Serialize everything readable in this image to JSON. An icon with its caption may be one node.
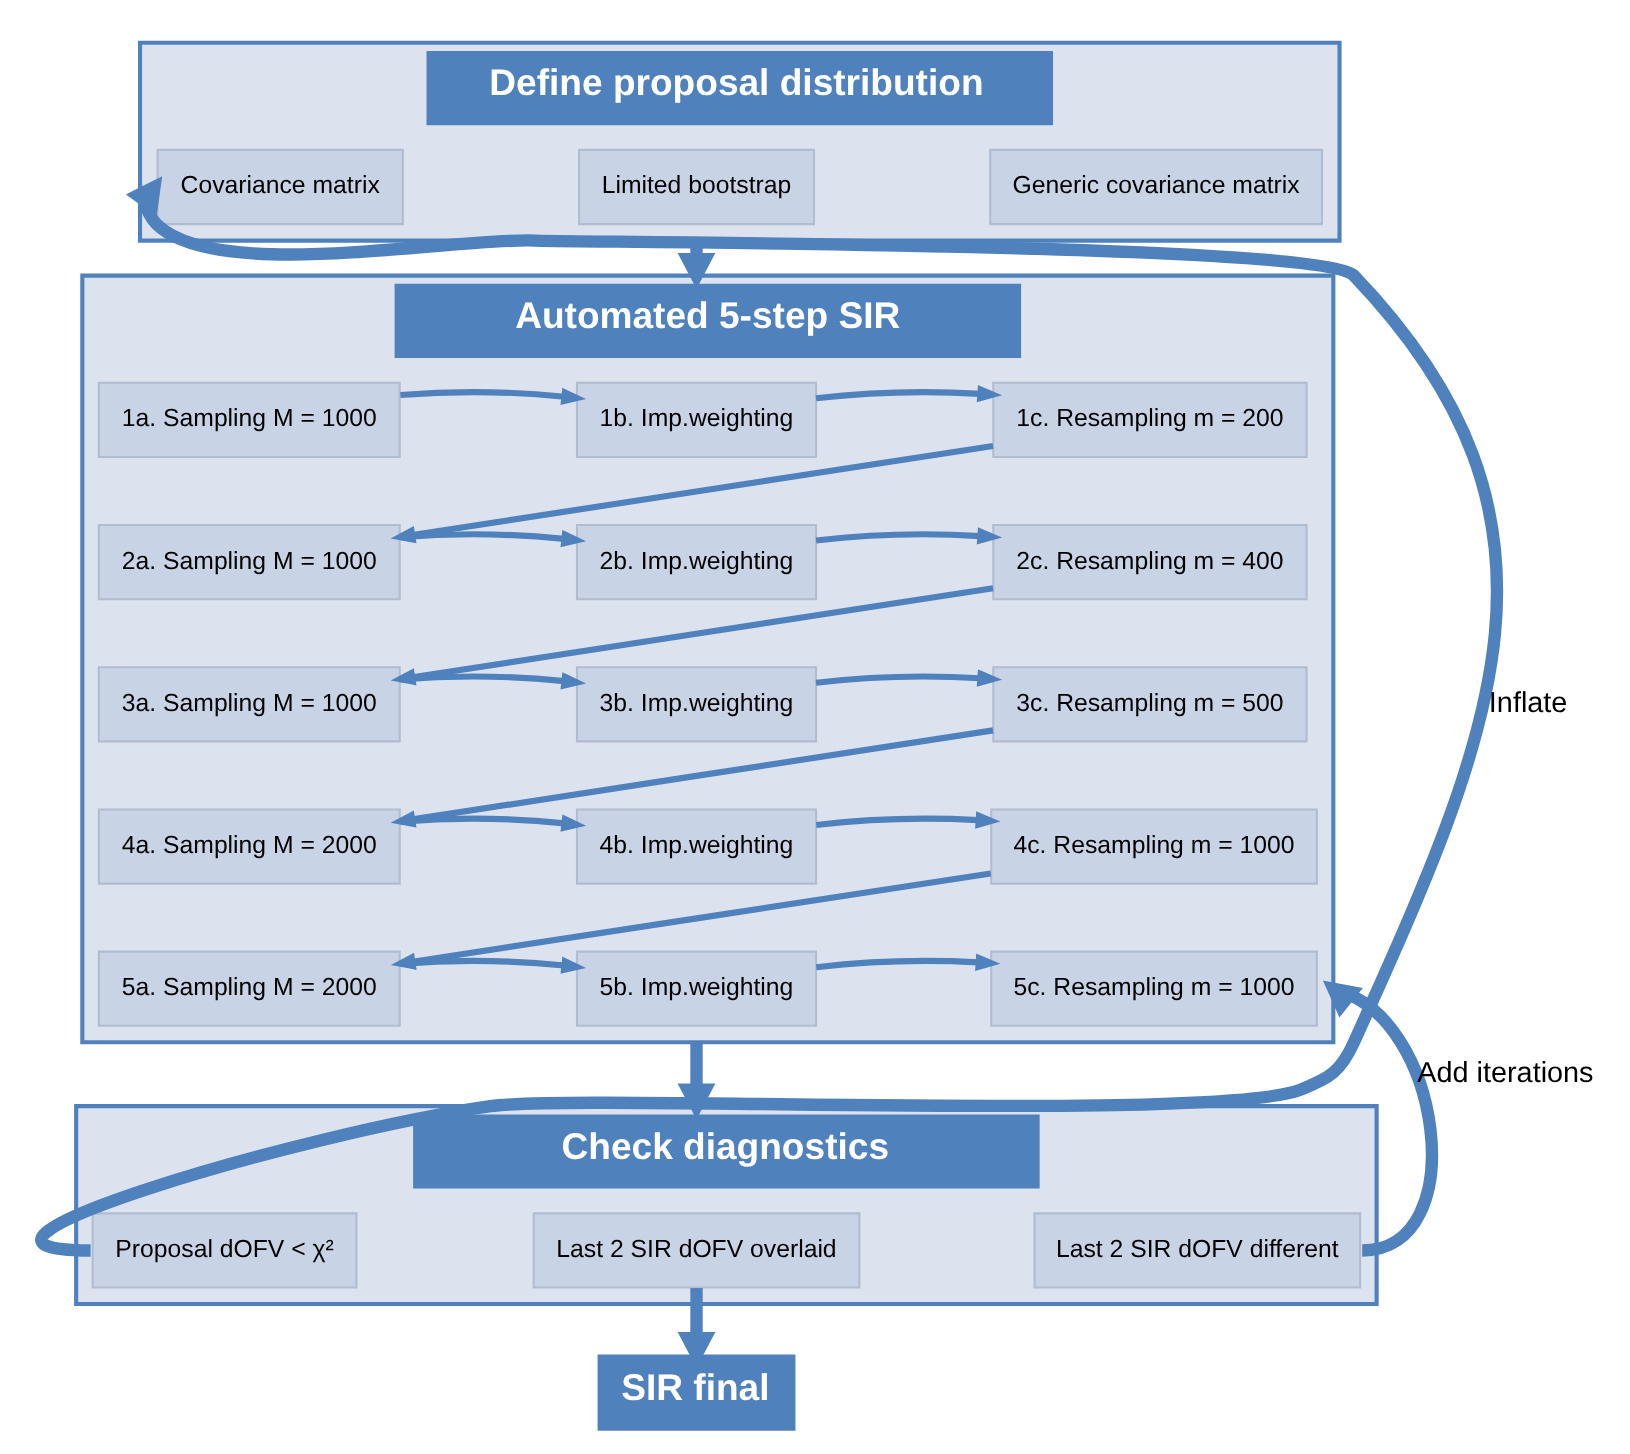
{
  "diagram": {
    "nodes": [
      {
        "text": [
          "Define proposal distribution"
        ]
      },
      {
        "text": [
          "Covariance matrix"
        ],
        "in": 0
      },
      {
        "text": [
          "Limited bootstrap"
        ],
        "in": 0
      },
      {
        "text": [
          "Generic covariance matrix"
        ],
        "in": 0
      },
      {
        "text": [
          "Automated 5-step SIR"
        ]
      },
      {
        "text": [
          "1a. Sampling M = 1000"
        ],
        "in": 4
      },
      {
        "text": [
          "1b. Imp.weighting"
        ],
        "in": 4
      },
      {
        "text": [
          "1c. Resampling m = 200"
        ],
        "in": 4
      },
      {
        "text": [
          "2a. Sampling M = 1000"
        ],
        "in": 4
      },
      {
        "text": [
          "2b. Imp.weighting"
        ],
        "in": 4
      },
      {
        "text": [
          "2c. Resampling m = 400"
        ],
        "in": 4
      },
      {
        "text": [
          "3a. Sampling M = 1000"
        ],
        "in": 4
      },
      {
        "text": [
          "3b. Imp.weighting"
        ],
        "in": 4
      },
      {
        "text": [
          "3c. Resampling m = 500"
        ],
        "in": 4
      },
      {
        "text": [
          "4a. Sampling M = 2000"
        ],
        "in": 4
      },
      {
        "text": [
          "4b. Imp.weighting"
        ],
        "in": 4
      },
      {
        "text": [
          "4c. Resampling m = 1000"
        ],
        "in": 4
      },
      {
        "text": [
          "5a. Sampling M = 2000"
        ],
        "in": 4
      },
      {
        "text": [
          "5b. Imp.weighting"
        ],
        "in": 4
      },
      {
        "text": [
          "5c. Resampling m = 1000"
        ],
        "in": 4
      },
      {
        "text": [
          "Check diagnostics"
        ]
      },
      {
        "text": [
          "Proposal dOFV < χ²"
        ],
        "in": 20
      },
      {
        "text": [
          "Last 2 SIR dOFV overlaid"
        ],
        "in": 20
      },
      {
        "text": [
          "Last 2 SIR dOFV different"
        ],
        "in": 20
      },
      {
        "text": [
          "SIR final"
        ]
      }
    ],
    "edges": [
      {
        "from": 0,
        "to": 4,
        "arrow": "to",
        "style": "thick"
      },
      {
        "from": 5,
        "to": 6,
        "arrow": "to"
      },
      {
        "from": 6,
        "to": 7,
        "arrow": "to"
      },
      {
        "from": 7,
        "to": 8,
        "arrow": "to"
      },
      {
        "from": 8,
        "to": 9,
        "arrow": "to"
      },
      {
        "from": 9,
        "to": 10,
        "arrow": "to"
      },
      {
        "from": 10,
        "to": 11,
        "arrow": "to"
      },
      {
        "from": 11,
        "to": 12,
        "arrow": "to"
      },
      {
        "from": 12,
        "to": 13,
        "arrow": "to"
      },
      {
        "from": 13,
        "to": 14,
        "arrow": "to"
      },
      {
        "from": 14,
        "to": 15,
        "arrow": "to"
      },
      {
        "from": 15,
        "to": 16,
        "arrow": "to"
      },
      {
        "from": 16,
        "to": 17,
        "arrow": "to"
      },
      {
        "from": 17,
        "to": 18,
        "arrow": "to"
      },
      {
        "from": 18,
        "to": 19,
        "arrow": "to"
      },
      {
        "from": 4,
        "to": 20,
        "arrow": "to",
        "style": "thick"
      },
      {
        "from": 22,
        "to": 24,
        "arrow": "to",
        "style": "thick"
      },
      {
        "from": 21,
        "to": 1,
        "arrow": "to",
        "style": "thick",
        "label": "Inflate"
      },
      {
        "from": 23,
        "to": 4,
        "arrow": "to",
        "style": "thick",
        "label": "Add iterations"
      }
    ]
  }
}
